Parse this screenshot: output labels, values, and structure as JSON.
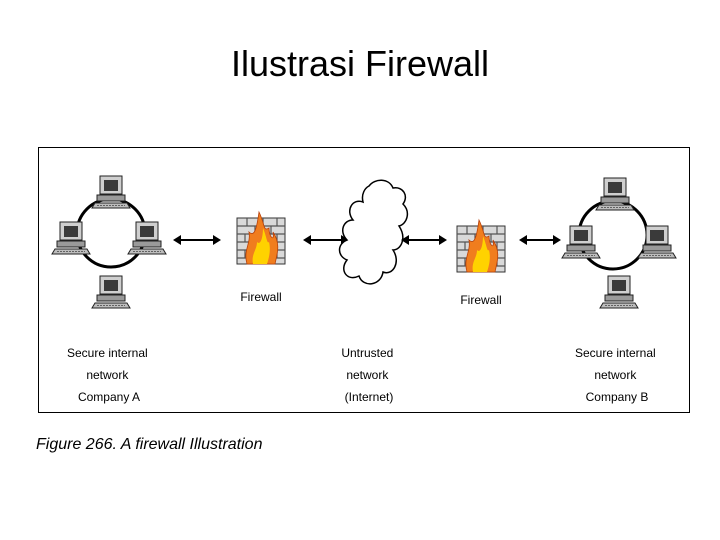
{
  "slide": {
    "title": "Ilustrasi Firewall"
  },
  "diagram": {
    "network_a_label": [
      "Secure internal",
      "network",
      "Company A"
    ],
    "firewall_a_label": "Firewall",
    "internet_label": [
      "Untrusted",
      "network",
      "(Internet)"
    ],
    "firewall_b_label": "Firewall",
    "network_b_label": [
      "Secure internal",
      "network",
      "Company B"
    ],
    "icons": [
      "computer-icon",
      "firewall-brick-wall-icon",
      "flame-icon",
      "cloud-icon",
      "double-arrow-icon"
    ],
    "colors": {
      "flame_outer": "#f07d1e",
      "flame_inner": "#ffd200",
      "brick_wall": "#7a7a7a",
      "line": "#000000"
    }
  },
  "caption": {
    "text": "Figure 266.  A firewall Illustration"
  }
}
